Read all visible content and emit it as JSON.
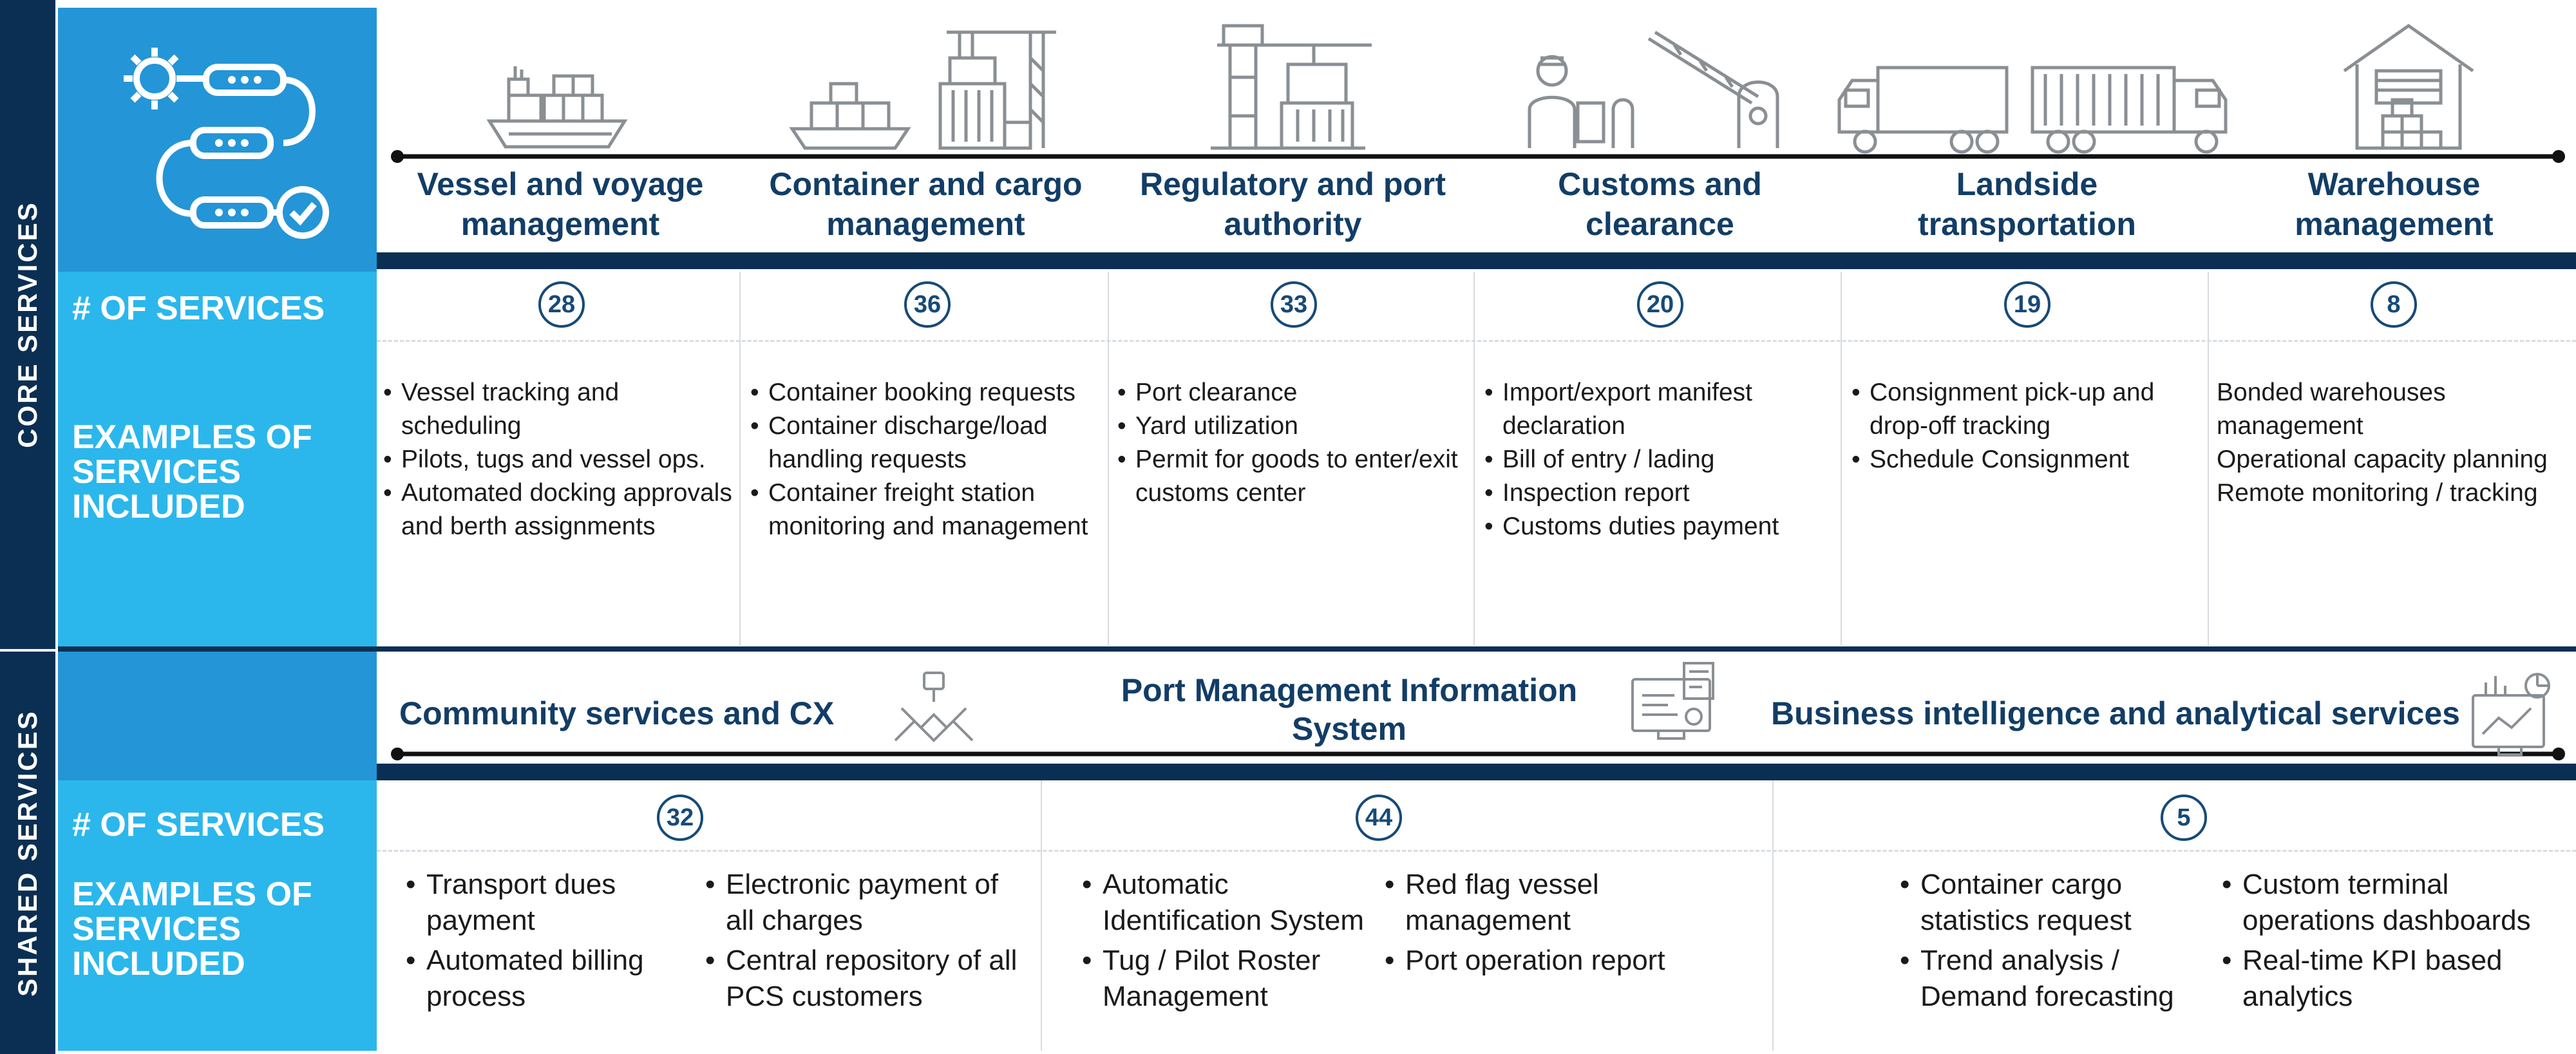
{
  "sections": {
    "core_label": "CORE SERVICES",
    "shared_label": "SHARED SERVICES"
  },
  "row_labels": {
    "services": "# OF SERVICES",
    "examples": "EXAMPLES OF SERVICES INCLUDED"
  },
  "core": [
    {
      "title": "Vessel and voyage management",
      "count": "28",
      "icon": "ship-icon",
      "examples": [
        "Vessel tracking and scheduling",
        "Pilots, tugs and vessel ops.",
        "Automated docking approvals and berth assignments"
      ]
    },
    {
      "title": "Container and cargo management",
      "count": "36",
      "icon": "container-crane-icon",
      "examples": [
        "Container booking requests",
        "Container discharge/load handling requests",
        "Container freight station monitoring and management"
      ]
    },
    {
      "title": "Regulatory and port authority",
      "count": "33",
      "icon": "port-crane-icon",
      "examples": [
        "Port clearance",
        "Yard utilization",
        "Permit for goods to enter/exit customs center"
      ]
    },
    {
      "title": "Customs and clearance",
      "count": "20",
      "icon": "customs-barrier-icon",
      "examples": [
        "Import/export manifest declaration",
        "Bill of entry / lading",
        "Inspection report",
        "Customs duties payment"
      ]
    },
    {
      "title": "Landside transportation",
      "count": "19",
      "icon": "truck-icon",
      "examples": [
        "Consignment pick-up and drop-off tracking",
        "Schedule Consignment"
      ]
    },
    {
      "title": "Warehouse management",
      "count": "8",
      "icon": "warehouse-icon",
      "examples": [
        "Bonded warehouses management",
        "Operational capacity planning",
        "Remote monitoring / tracking"
      ]
    }
  ],
  "shared": [
    {
      "title": "Community services and CX",
      "count": "32",
      "icon": "handshake-icon",
      "examples_a": [
        "Transport dues payment",
        "Automated billing process"
      ],
      "examples_b": [
        "Electronic payment of all charges",
        "Central repository of all PCS customers"
      ]
    },
    {
      "title": "Port Management Information System",
      "count": "44",
      "icon": "monitor-icon",
      "examples_a": [
        "Automatic Identification System",
        "Tug / Pilot Roster Management"
      ],
      "examples_b": [
        "Red flag vessel management",
        "Port operation report"
      ]
    },
    {
      "title": "Business intelligence and analytical services",
      "count": "5",
      "icon": "analytics-dashboard-icon",
      "examples_a": [
        "Container cargo statistics request",
        "Trend analysis / Demand forecasting"
      ],
      "examples_b": [
        "Custom terminal operations dashboards",
        "Real-time KPI based analytics"
      ]
    }
  ],
  "colors": {
    "navy": "#0b2f52",
    "accent_blue": "#2bb7ec",
    "dark_blue": "#2495d6",
    "title_blue": "#123d66"
  }
}
